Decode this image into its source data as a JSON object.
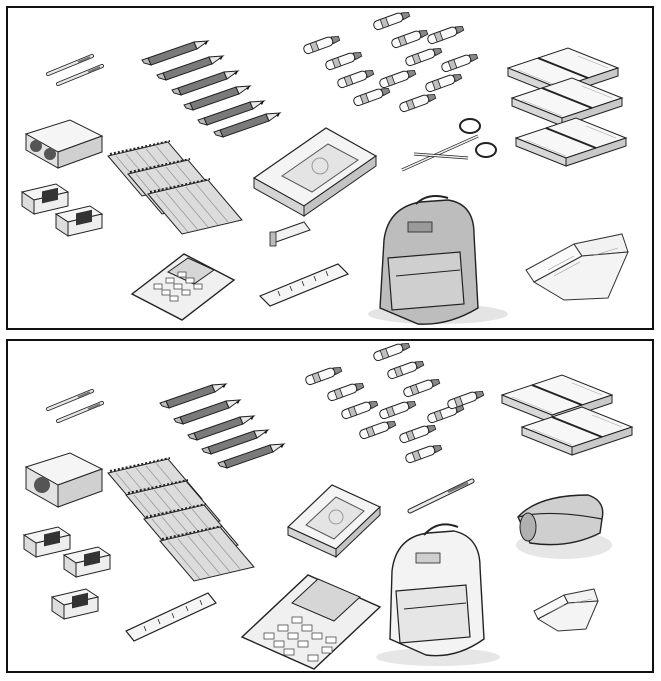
{
  "puzzle": {
    "type": "spot-the-difference",
    "panels": [
      {
        "id": "top",
        "items": [
          "pens",
          "pencils",
          "markers",
          "notebooks",
          "sharpener",
          "graph-pads",
          "book",
          "scissors",
          "erasers",
          "usb-drive",
          "backpack",
          "open-notebook",
          "calculator",
          "ruler"
        ]
      },
      {
        "id": "bottom",
        "items": [
          "pens",
          "pencils",
          "markers",
          "notebooks",
          "sharpener",
          "graph-pads",
          "book",
          "pen",
          "pencil-case",
          "erasers",
          "backpack",
          "open-notebook",
          "calculator",
          "ruler"
        ]
      }
    ]
  },
  "colors": {
    "stroke": "#222222",
    "fill_light": "#f2f2f2",
    "fill_mid": "#cfcfcf",
    "fill_dark": "#6a6a6a",
    "frame": "#111111"
  }
}
